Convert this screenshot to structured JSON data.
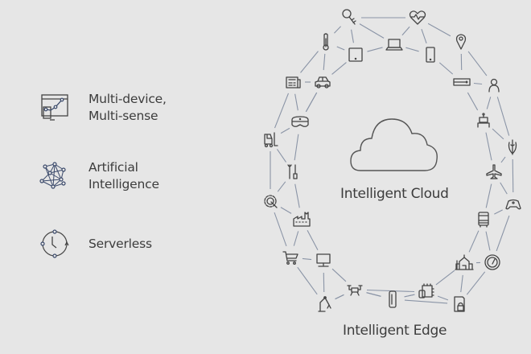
{
  "legend": [
    {
      "icon": "multi-device-icon",
      "lines": [
        "Multi-device,",
        "Multi-sense"
      ]
    },
    {
      "icon": "neural-network-icon",
      "lines": [
        "Artificial",
        "Intelligence"
      ]
    },
    {
      "icon": "serverless-clock-icon",
      "lines": [
        "Serverless"
      ]
    }
  ],
  "center": {
    "icon": "cloud-icon",
    "label": "Intelligent Cloud"
  },
  "edge_label": "Intelligent Edge",
  "colors": {
    "background": "#e6e6e6",
    "icon_stroke": "#444444",
    "line": "#8a94a6",
    "accent": "#3b4a6b"
  },
  "devices": {
    "outer_ring": [
      "key",
      "heart-rate",
      "location-pin",
      "person",
      "robot",
      "wheat",
      "xbox-controller",
      "speedometer",
      "lock-card",
      "drone",
      "robot-arm",
      "shopping-cart",
      "gear-wrench",
      "forklift",
      "newspaper",
      "thermometer"
    ],
    "inner_ring": [
      "laptop",
      "phone",
      "server",
      "airplane",
      "bus",
      "school-building",
      "chip",
      "usb-stick",
      "monitor",
      "factory",
      "tools",
      "hololens",
      "car",
      "tablet"
    ]
  }
}
